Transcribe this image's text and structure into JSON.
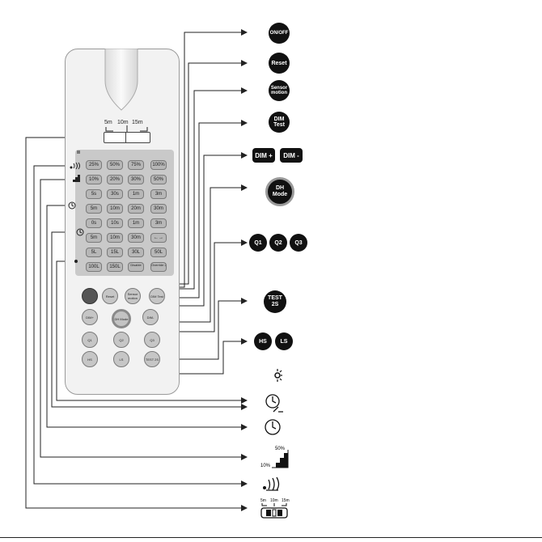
{
  "remote": {
    "range_labels": [
      "5m",
      "10m",
      "15m"
    ],
    "panel_rows": [
      [
        "25%",
        "50%",
        "75%",
        "100%"
      ],
      [
        "10%",
        "20%",
        "30%",
        "50%"
      ],
      [
        "5s",
        "30s",
        "1m",
        "3m"
      ],
      [
        "5m",
        "10m",
        "20m",
        "30m"
      ],
      [
        "0s",
        "10s",
        "1m",
        "3m"
      ],
      [
        "5m",
        "10m",
        "30m",
        "←→"
      ],
      [
        "5L",
        "15L",
        "30L",
        "50L"
      ],
      [
        "100L",
        "150L",
        "Disable",
        "Override 2H"
      ]
    ],
    "buttons": {
      "reset": "Reset",
      "sensor_motion": "Sensor motion",
      "dim_test": "DIM Test",
      "dim_plus": "DIM+",
      "dh_mode": "DH Mode",
      "dim_minus": "DIM-",
      "q1": "Q1",
      "q2": "Q2",
      "q3": "Q3",
      "hs": "HS",
      "ls": "LS",
      "test_2s": "TEST 2S"
    }
  },
  "legend": {
    "on_off": "ON/OFF",
    "reset": "Reset",
    "sensor_motion_line1": "Sensor",
    "sensor_motion_line2": "motion",
    "dim_test_line1": "DIM",
    "dim_test_line2": "Test",
    "dim_plus": "DIM +",
    "dim_minus": "DIM -",
    "dh_mode_line1": "DH",
    "dh_mode_line2": "Mode",
    "q1": "Q1",
    "q2": "Q2",
    "q3": "Q3",
    "test_line1": "TEST",
    "test_line2": "2S",
    "hs": "HS",
    "ls": "LS",
    "step_top": "50%",
    "step_bottom": "10%",
    "range_labels": [
      "5m",
      "10m",
      "15m"
    ]
  },
  "icons": {
    "day_night": "moon-sun-icon",
    "hold_time": "clock-hold-icon",
    "stand_by": "clock-icon",
    "dim_level": "stair-step-icon",
    "motion": "motion-waves-icon",
    "range_switch": "range-switch-icon"
  }
}
